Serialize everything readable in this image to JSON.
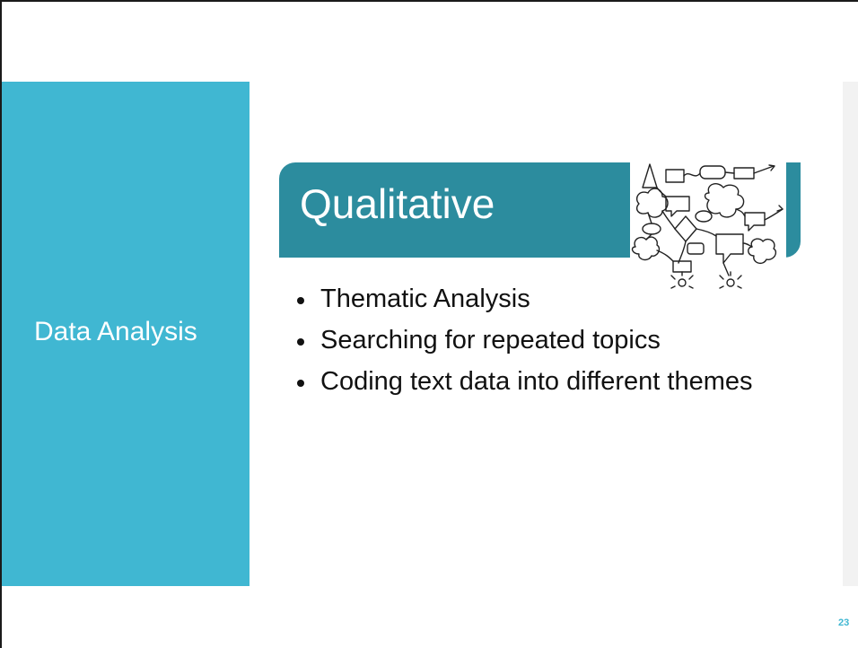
{
  "slide": {
    "side_title": "Data Analysis",
    "title": "Qualitative",
    "bullets": [
      "Thematic Analysis",
      "Searching for repeated topics",
      "Coding text data into different themes"
    ],
    "page_number": "23",
    "picture_icon": "doodle-mind-map-icon"
  },
  "colors": {
    "left_panel": "#40b7d2",
    "title_banner": "#2c8c9e",
    "page_number": "#40b7d2"
  }
}
